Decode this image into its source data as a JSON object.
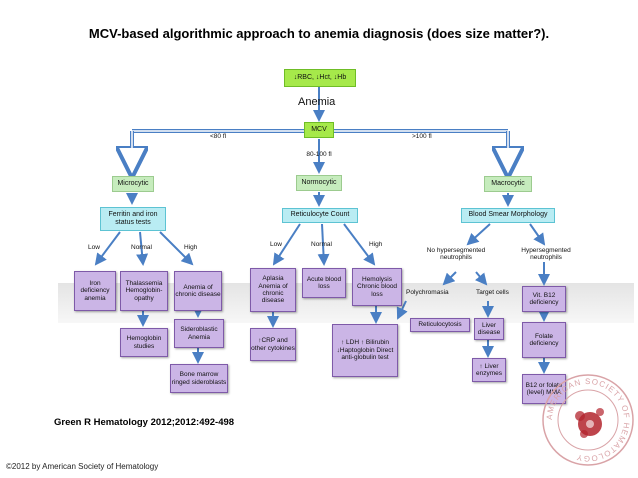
{
  "title": "MCV-based algorithmic approach to anemia diagnosis (does size matter?).",
  "top_box": "↓RBC, ↓Hct, ↓Hb",
  "anemia": "Anemia",
  "mcv": "MCV",
  "edge_labels": {
    "lt80": "<80 fl",
    "mid": "80-100 fl",
    "gt100": ">100 fl",
    "micro_low": "Low",
    "micro_normal": "Normal",
    "micro_high": "High",
    "normo_low": "Low",
    "normo_normal": "Normal",
    "normo_high": "High",
    "no_hyperseg": "No hypersegmented neutrophils",
    "hyperseg": "Hypersegmented neutrophils",
    "polychromasia": "Polychromasia",
    "target_cells": "Target cells"
  },
  "nodes": {
    "microcytic": "Microcytic",
    "normocytic": "Normocytic",
    "macrocytic": "Macrocytic",
    "ferritin": "Ferritin and iron status tests",
    "retic_count": "Reticulocyte Count",
    "smear": "Blood Smear Morphology",
    "iron_def": "Iron deficiency anemia",
    "thal": "Thalassemia Hemoglobin-opathy",
    "acd_micro": "Anemia of chronic disease",
    "sidero": "Sideroblastic Anemia",
    "hb_studies": "Hemoglobin studies",
    "bone_marrow": "Bone marrow ringed sideroblasts",
    "aplasia": "Aplasia Anemia of chronic disease",
    "acute_loss": "Acute blood loss",
    "hemolysis": "Hemolysis Chronic blood loss",
    "crp": "↑CRP and other cytokines",
    "ldh": "↑ LDH ↑ Bilirubin ↓Haptoglobin Direct anti-globulin test",
    "reticulocytosis": "Reticulocytosis",
    "liver_disease": "Liver disease",
    "liver_enzymes": "↑ Liver enzymes",
    "b12_def": "Vit. B12 deficiency",
    "folate_def": "Folate deficiency",
    "b12_levels": "B12 or folate (level) MMA"
  },
  "citation": "Green R Hematology 2012;2012:492-498",
  "copyright": "©2012 by American Society of Hematology",
  "seal_text": "AMERICAN SOCIETY OF HEMATOLOGY",
  "colors": {
    "green_box": "#c6ecbd",
    "cyan_box": "#b9ecf3",
    "purple_box": "#cbb5e6",
    "blue_arrow": "#4a7fc4",
    "top_box": "#a6e94a",
    "seal": "#b3242d"
  }
}
